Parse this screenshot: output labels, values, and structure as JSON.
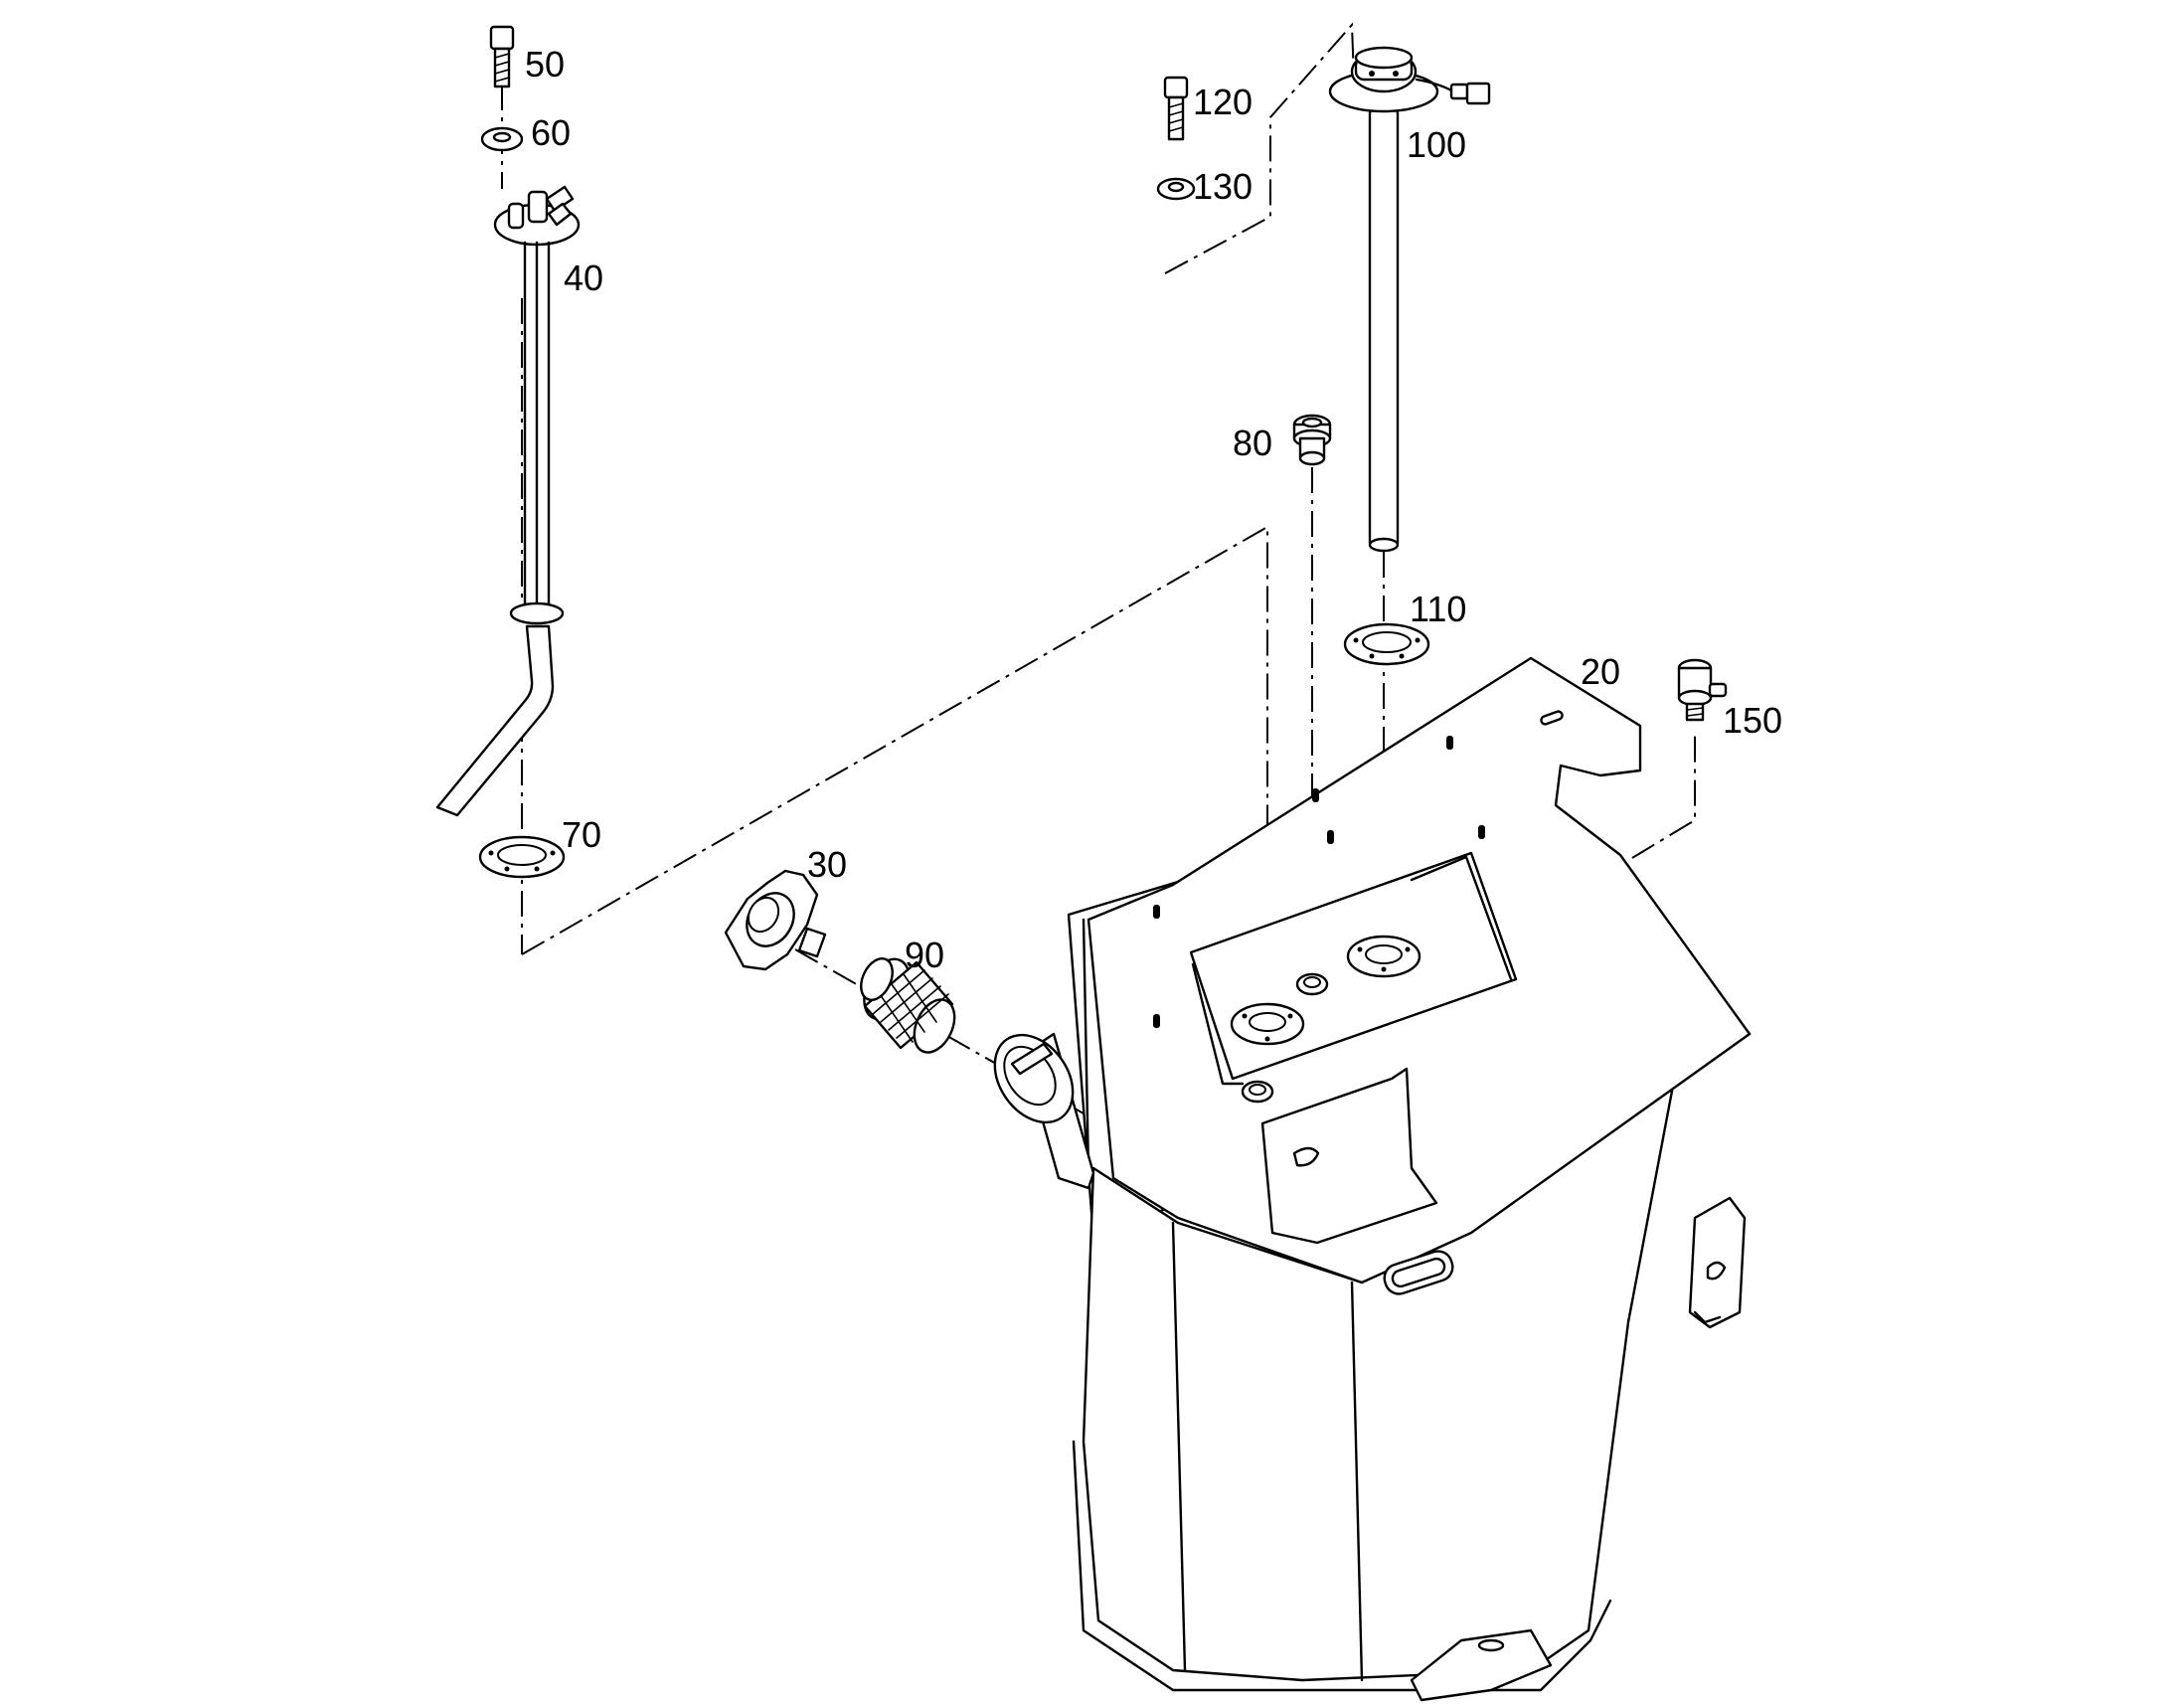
{
  "diagram": {
    "callouts": [
      {
        "id": "p50",
        "label": "50"
      },
      {
        "id": "p60",
        "label": "60"
      },
      {
        "id": "p40",
        "label": "40"
      },
      {
        "id": "p70",
        "label": "70"
      },
      {
        "id": "p120",
        "label": "120"
      },
      {
        "id": "p130",
        "label": "130"
      },
      {
        "id": "p100",
        "label": "100"
      },
      {
        "id": "p80",
        "label": "80"
      },
      {
        "id": "p110",
        "label": "110"
      },
      {
        "id": "p20",
        "label": "20"
      },
      {
        "id": "p150",
        "label": "150"
      },
      {
        "id": "p30",
        "label": "30"
      },
      {
        "id": "p90",
        "label": "90"
      }
    ]
  }
}
